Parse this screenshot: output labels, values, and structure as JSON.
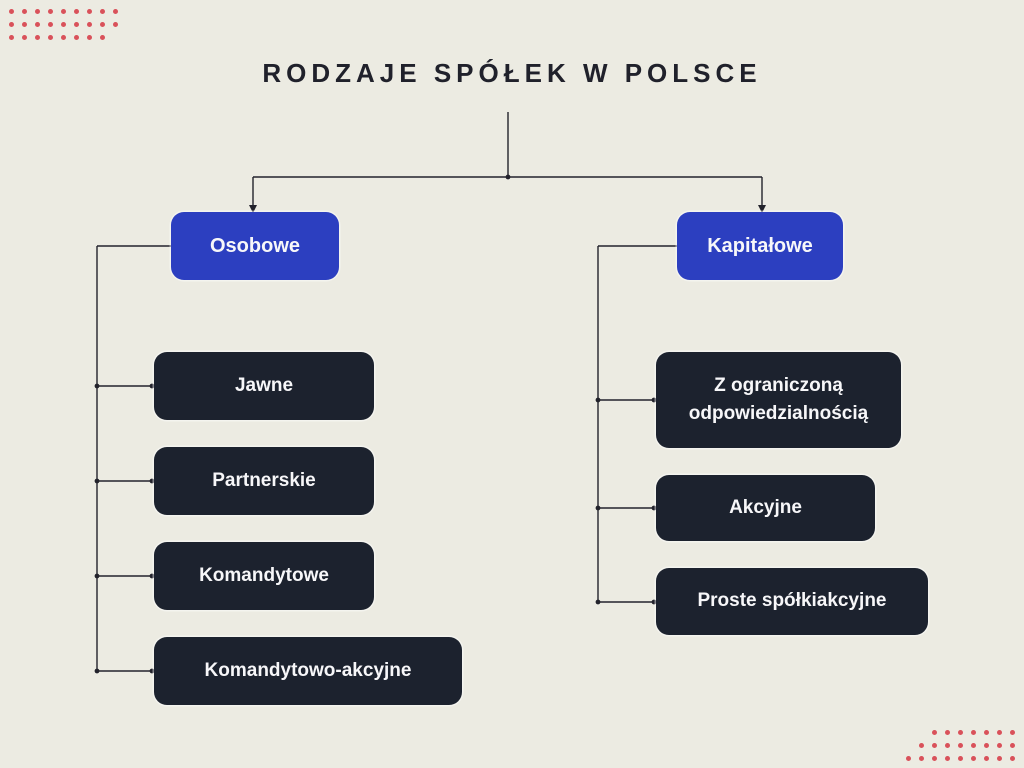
{
  "title": "RODZAJE SPÓŁEK W POLSCE",
  "tree": {
    "branches": [
      {
        "label": "Osobowe",
        "children": [
          "Jawne",
          "Partnerskie",
          "Komandytowe",
          "Komandytowo-akcyjne"
        ]
      },
      {
        "label": "Kapitałowe",
        "children": [
          "Z ograniczoną odpowiedzialnością",
          "Akcyjne",
          "Proste spółkiakcyjne"
        ]
      }
    ]
  },
  "colors": {
    "background": "#ecebe2",
    "branch_box": "#2c3fc0",
    "leaf_box": "#1c222e",
    "box_text": "#f7f7f9",
    "title_text": "#20212b",
    "connector": "#23232c",
    "corner_dots": "#d9515a"
  },
  "decor": {
    "top_left_dot_rows": [
      9,
      9,
      8
    ],
    "bottom_right_dot_rows": [
      7,
      8,
      9
    ]
  }
}
